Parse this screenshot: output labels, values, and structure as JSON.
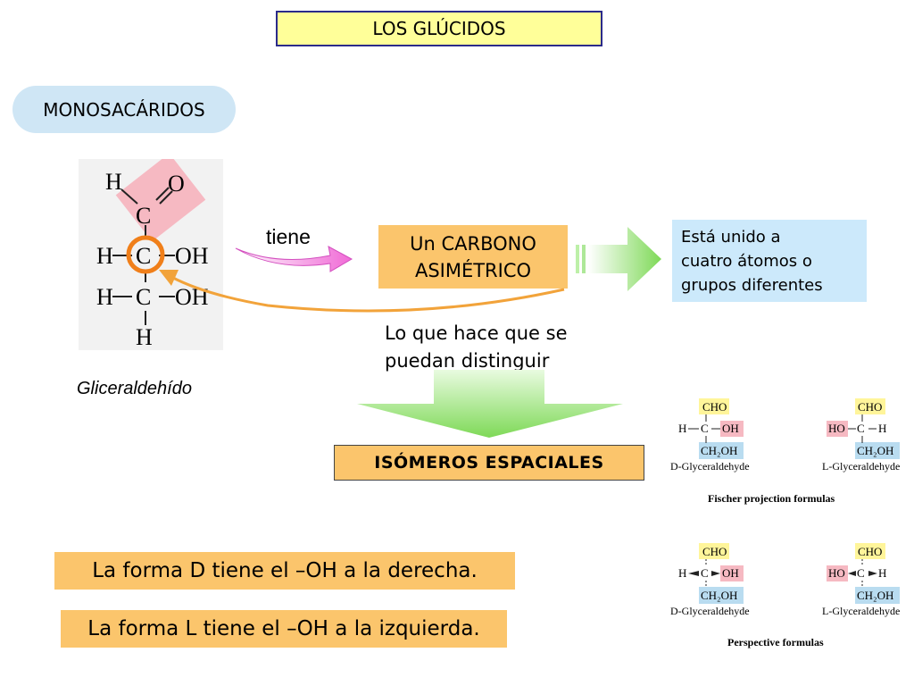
{
  "slide": {
    "title": "LOS GLÚCIDOS",
    "category": "MONOSACÁRIDOS"
  },
  "molecule": {
    "caption": "Gliceraldehído",
    "atoms": {
      "h_top": "H",
      "o": "O",
      "c1": "C",
      "c2": "C",
      "c3": "C",
      "h_left1": "H",
      "h_left2": "H",
      "oh1": "OH",
      "oh2": "OH",
      "h_bottom": "H"
    }
  },
  "concept": {
    "tiene": "tiene",
    "carbon_line1": "Un CARBONO",
    "carbon_line2": "ASIMÉTRICO",
    "description_line1": "Está unido a",
    "description_line2": "cuatro átomos o",
    "description_line3": "grupos diferentes",
    "distinguish_line1": "Lo que hace que se",
    "distinguish_line2": "puedan distinguir",
    "isomers": "ISÓMEROS ESPACIALES"
  },
  "rules": {
    "d_form": "La forma D tiene el –OH a la derecha.",
    "l_form": "La forma L tiene el –OH a la izquierda."
  },
  "fischer": {
    "caption": "Fischer projection formulas",
    "d": {
      "top": "CHO",
      "left": "H",
      "center": "C",
      "right": "OH",
      "bottom": "CH₂OH",
      "name": "D-Glyceraldehyde"
    },
    "l": {
      "top": "CHO",
      "left": "HO",
      "center": "C",
      "right": "H",
      "bottom": "CH₂OH",
      "name": "L-Glyceraldehyde"
    }
  },
  "perspective": {
    "caption": "Perspective formulas",
    "d": {
      "top": "CHO",
      "left": "H",
      "center": "C",
      "right": "OH",
      "bottom": "CH₂OH",
      "name": "D-Glyceraldehyde"
    },
    "l": {
      "top": "CHO",
      "left": "HO",
      "center": "C",
      "right": "H",
      "bottom": "CH₂OH",
      "name": "L-Glyceraldehyde"
    }
  },
  "colors": {
    "title_bg": "#ffff99",
    "pill_bg": "#cfe6f5",
    "orange": "#fbc56c",
    "light_blue": "#cce9fb",
    "pink_highlight": "#f6b9c2",
    "yellow_highlight": "#fff59a",
    "blue_highlight": "#b9dcf0",
    "ring_orange": "#f07f1a",
    "green_arrow": "#7ed957"
  }
}
